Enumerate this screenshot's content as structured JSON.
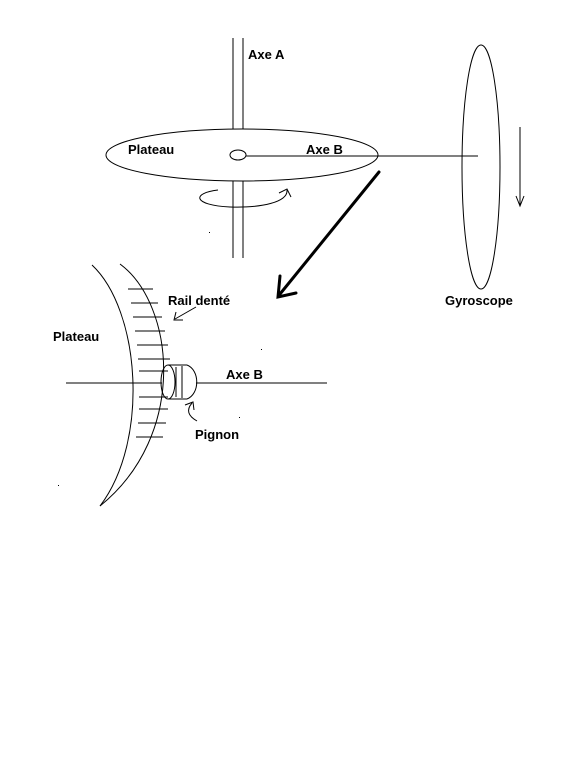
{
  "labels": {
    "axe_a": "Axe A",
    "plateau_top": "Plateau",
    "axe_b_top": "Axe B",
    "gyroscope": "Gyroscope",
    "rail_dente": "Rail denté",
    "plateau_detail": "Plateau",
    "axe_b_detail": "Axe B",
    "pignon": "Pignon"
  },
  "colors": {
    "ink": "#000000",
    "background": "#ffffff"
  }
}
